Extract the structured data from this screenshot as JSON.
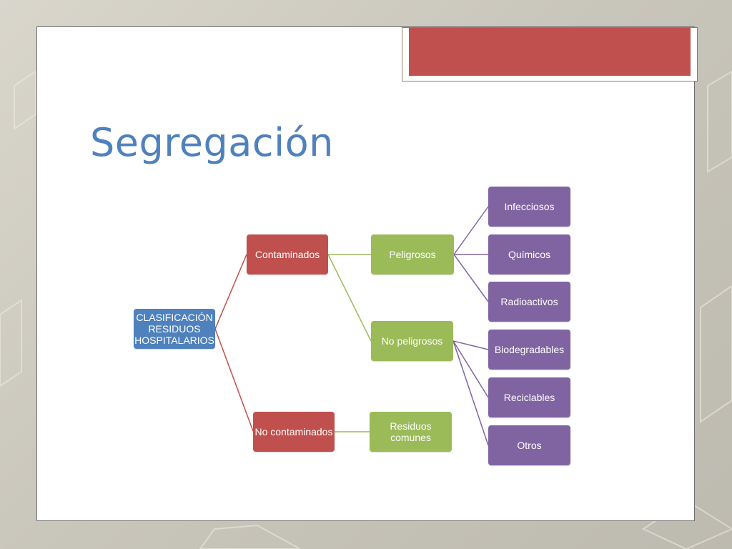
{
  "slide": {
    "title": "Segregación"
  },
  "diagram": {
    "root": "CLASIFICACIÓN RESIDUOS HOSPITALARIOS",
    "level1": {
      "contaminados": "Contaminados",
      "no_contaminados": "No contaminados"
    },
    "level2": {
      "peligrosos": "Peligrosos",
      "no_peligrosos": "No peligrosos",
      "residuos_comunes": "Residuos comunes"
    },
    "level3": {
      "infecciosos": "Infecciosos",
      "quimicos": "Químicos",
      "radioactivos": "Radioactivos",
      "biodegradables": "Biodegradables",
      "reciclables": "Reciclables",
      "otros": "Otros"
    }
  },
  "colors": {
    "root": "#4f81bd",
    "level1": "#c0504d",
    "level2": "#9bbb59",
    "level3": "#8064a2",
    "title": "#4f81bd"
  }
}
